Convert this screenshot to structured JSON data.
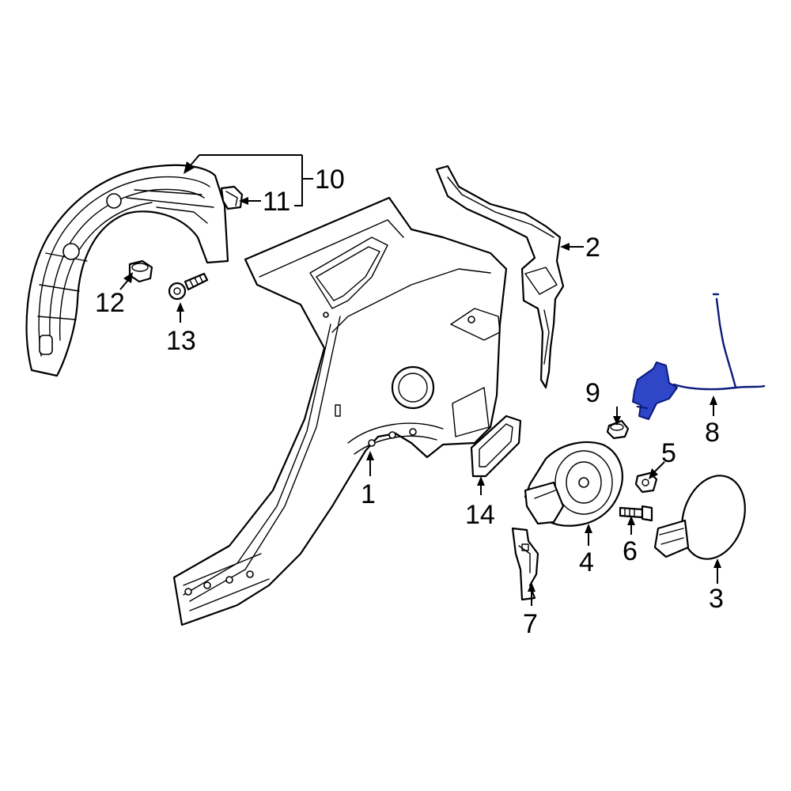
{
  "callouts": {
    "c1": "1",
    "c2": "2",
    "c3": "3",
    "c4": "4",
    "c5": "5",
    "c6": "6",
    "c7": "7",
    "c8": "8",
    "c9": "9",
    "c10": "10",
    "c11": "11",
    "c12": "12",
    "c13": "13",
    "c14": "14"
  },
  "highlight": {
    "part": "8",
    "color": "#2f46c8"
  }
}
